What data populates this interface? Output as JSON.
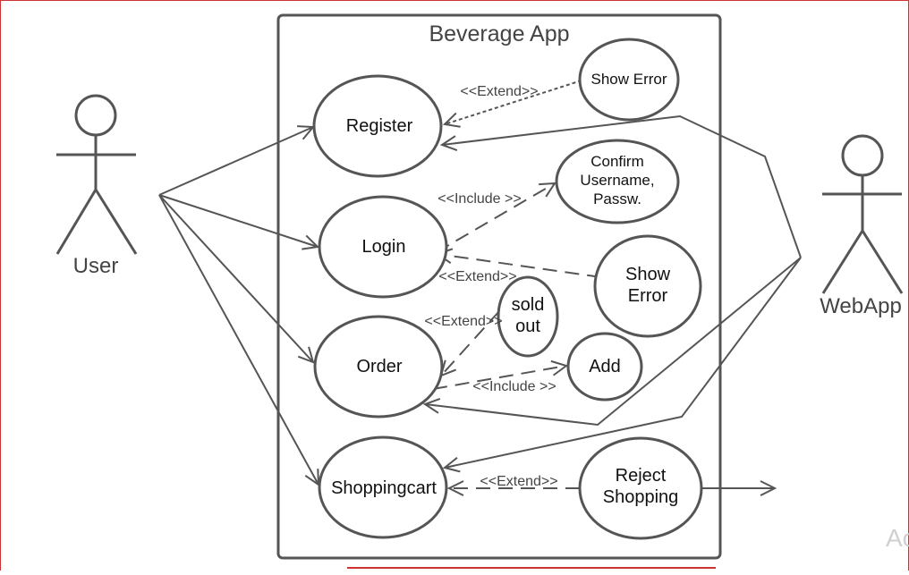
{
  "diagram": {
    "type": "use-case",
    "system": {
      "title": "Beverage App"
    },
    "actors": [
      {
        "id": "user",
        "label": "User"
      },
      {
        "id": "webapp",
        "label": "WebApp"
      }
    ],
    "use_cases": [
      {
        "id": "register",
        "lines": [
          "Register"
        ]
      },
      {
        "id": "show_error_1",
        "lines": [
          "Show Error"
        ]
      },
      {
        "id": "login",
        "lines": [
          "Login"
        ]
      },
      {
        "id": "confirm",
        "lines": [
          "Confirm",
          "Username,",
          "Passw."
        ]
      },
      {
        "id": "show_error_2",
        "lines": [
          "Show",
          "Error"
        ]
      },
      {
        "id": "order",
        "lines": [
          "Order"
        ]
      },
      {
        "id": "sold_out",
        "lines": [
          "sold",
          "out"
        ]
      },
      {
        "id": "add",
        "lines": [
          "Add"
        ]
      },
      {
        "id": "shoppingcart",
        "lines": [
          "Shoppingcart"
        ]
      },
      {
        "id": "reject",
        "lines": [
          "Reject",
          "Shopping"
        ]
      }
    ],
    "relationships": [
      {
        "id": "r1",
        "kind": "extend",
        "label": "<<Extend>>",
        "from": "show_error_1",
        "to": "register"
      },
      {
        "id": "r2",
        "kind": "include",
        "label": "<<Include >>",
        "from": "login",
        "to": "confirm"
      },
      {
        "id": "r3",
        "kind": "extend",
        "label": "<<Extend>>",
        "from": "show_error_2",
        "to": "login"
      },
      {
        "id": "r4",
        "kind": "extend",
        "label": "<<Extend>>",
        "from": "sold_out",
        "to": "order"
      },
      {
        "id": "r5",
        "kind": "include",
        "label": "<<Include >>",
        "from": "order",
        "to": "add"
      },
      {
        "id": "r6",
        "kind": "extend",
        "label": "<<Extend>>",
        "from": "reject",
        "to": "shoppingcart"
      }
    ],
    "associations": [
      {
        "from": "user",
        "to": "register"
      },
      {
        "from": "user",
        "to": "login"
      },
      {
        "from": "user",
        "to": "order"
      },
      {
        "from": "user",
        "to": "shoppingcart"
      },
      {
        "from": "webapp",
        "to": "register"
      },
      {
        "from": "webapp",
        "to": "order"
      },
      {
        "from": "webapp",
        "to": "shoppingcart"
      },
      {
        "from": "reject",
        "to": "outside"
      }
    ]
  },
  "watermark": {
    "text": "Ac"
  },
  "colors": {
    "stroke": "#555555",
    "text": "#111111",
    "frame": "#cc3333"
  }
}
